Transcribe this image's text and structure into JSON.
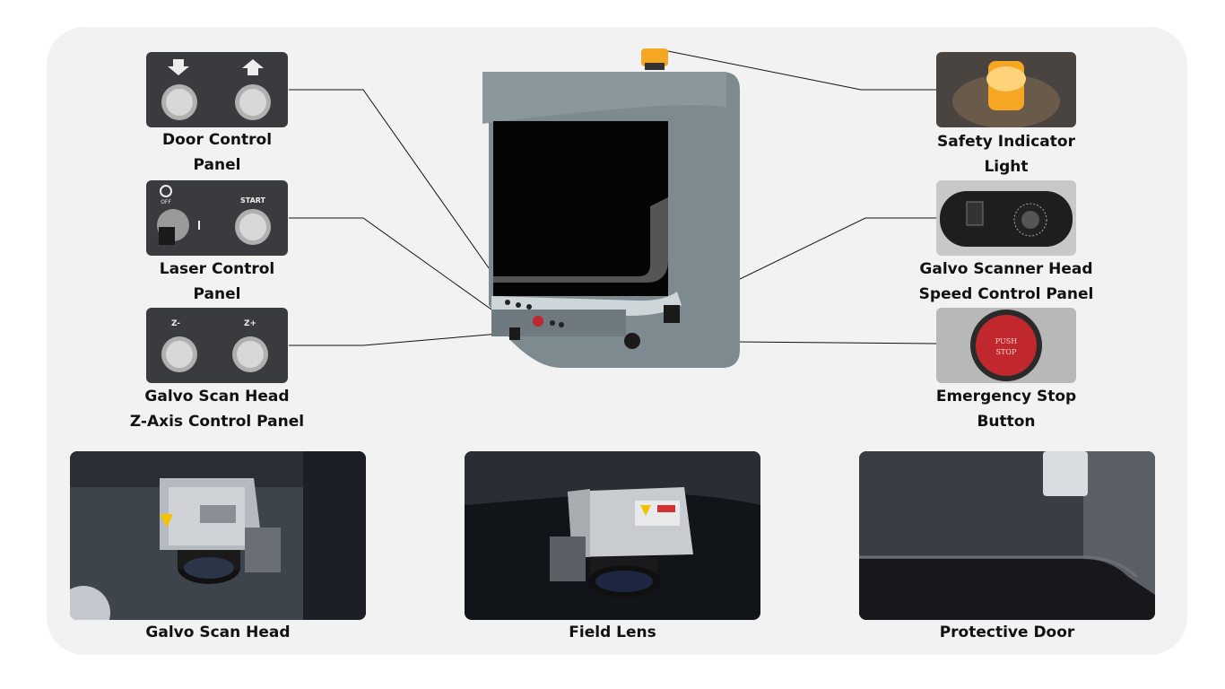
{
  "callouts": {
    "door_control": {
      "line1": "Door Control",
      "line2": "Panel"
    },
    "laser_control": {
      "line1": "Laser Control",
      "line2": "Panel",
      "key_off": "OFF",
      "start": "START"
    },
    "z_axis_control": {
      "line1": "Galvo Scan Head",
      "line2": "Z-Axis Control Panel",
      "z_minus": "Z-",
      "z_plus": "Z+"
    },
    "safety_light": {
      "line1": "Safety Indicator",
      "line2": "Light"
    },
    "speed_control": {
      "line1": "Galvo Scanner Head",
      "line2": "Speed Control Panel"
    },
    "emergency_stop": {
      "line1": "Emergency Stop",
      "line2": "Button",
      "push": "PUSH",
      "stop": "STOP"
    }
  },
  "photos": {
    "galvo_head": "Galvo Scan Head",
    "field_lens": "Field Lens",
    "protective_door": "Protective Door"
  },
  "colors": {
    "background": "#f2f2f2",
    "machine_body": "#7d8a90",
    "indicator": "#f5a623",
    "estop": "#c0282d"
  }
}
